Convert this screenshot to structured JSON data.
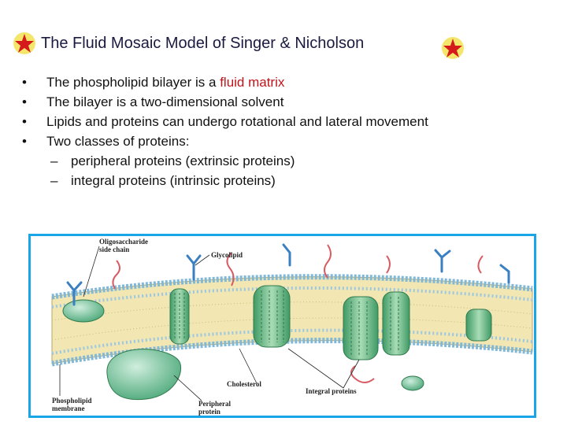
{
  "title": "The Fluid Mosaic Model of Singer & Nicholson",
  "colors": {
    "star_fill": "#d41a1a",
    "star_glow": "#f3e35a",
    "accent_red": "#c0141b",
    "frame_blue": "#1aa6e6"
  },
  "icons": {
    "left": "star-icon",
    "right": "star-icon"
  },
  "bullets": [
    {
      "text": "The phospholipid bilayer is a ",
      "highlight": "fluid matrix"
    },
    {
      "text": "The bilayer is a two-dimensional solvent"
    },
    {
      "text": "Lipids and proteins can undergo rotational and lateral movement"
    },
    {
      "text": "Two classes of proteins:"
    }
  ],
  "subbullets": [
    "peripheral proteins (extrinsic proteins)",
    "integral proteins (intrinsic proteins)"
  ],
  "bullet_char": "•",
  "dash_char": "–",
  "figure": {
    "labels": {
      "oligo1": "Oligosaccharide",
      "oligo2": "side chain",
      "glycolipid": "Glycolipid",
      "cholesterol": "Cholesterol",
      "integral": "Integral proteins",
      "phospho1": "Phospholipid",
      "phospho2": "membrane",
      "peripheral1": "Peripheral",
      "peripheral2": "protein"
    }
  }
}
